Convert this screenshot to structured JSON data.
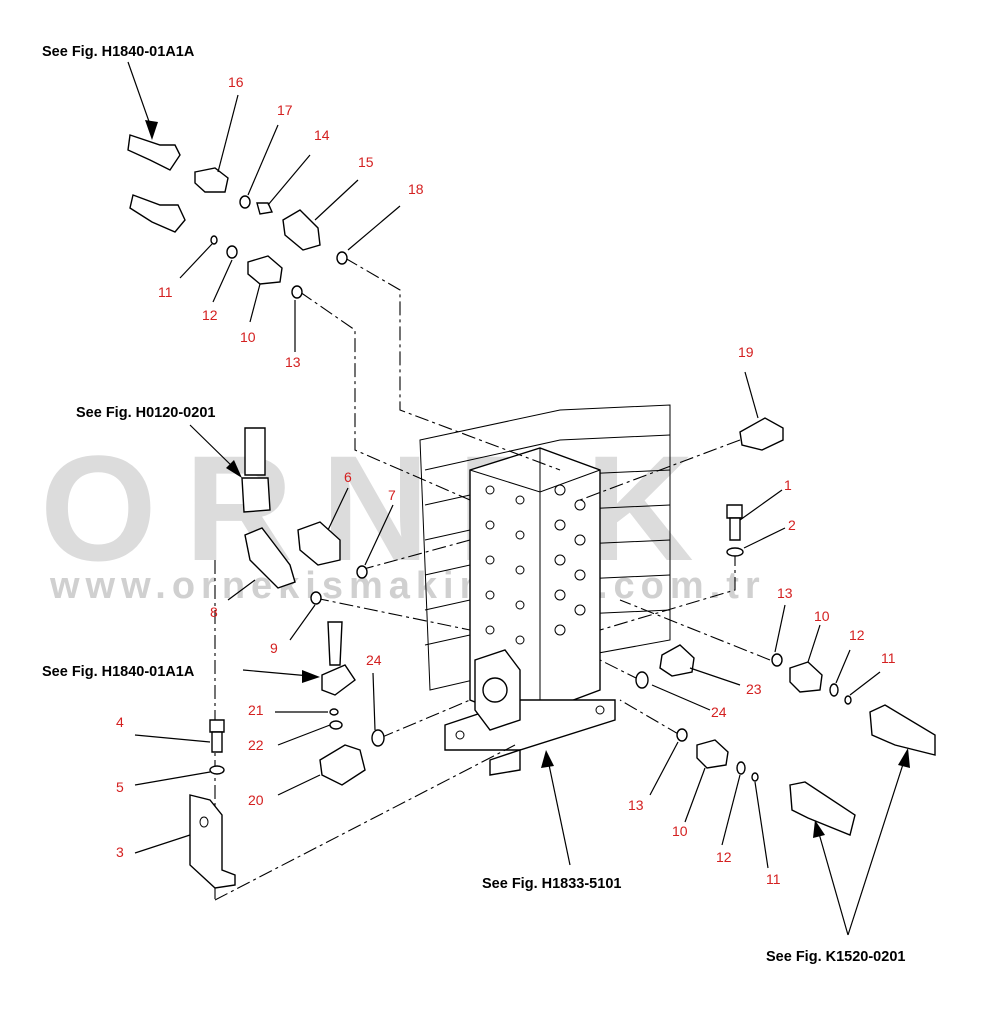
{
  "watermark": {
    "brand": "ORNEK",
    "url": "www.ornekismakinalari.com.tr"
  },
  "references": [
    {
      "id": "ref-h1840-top",
      "text": "See Fig. H1840-01A1A"
    },
    {
      "id": "ref-h0120",
      "text": "See Fig. H0120-0201"
    },
    {
      "id": "ref-h1840-mid",
      "text": "See Fig. H1840-01A1A"
    },
    {
      "id": "ref-h1833",
      "text": "See Fig. H1833-5101"
    },
    {
      "id": "ref-k1520",
      "text": "See Fig. K1520-0201"
    }
  ],
  "callouts": [
    "16",
    "17",
    "14",
    "15",
    "18",
    "11",
    "12",
    "10",
    "13",
    "19",
    "6",
    "7",
    "8",
    "9",
    "1",
    "2",
    "24",
    "21",
    "22",
    "20",
    "4",
    "5",
    "3",
    "13",
    "10",
    "12",
    "11",
    "23",
    "24",
    "13",
    "10",
    "12",
    "11"
  ]
}
